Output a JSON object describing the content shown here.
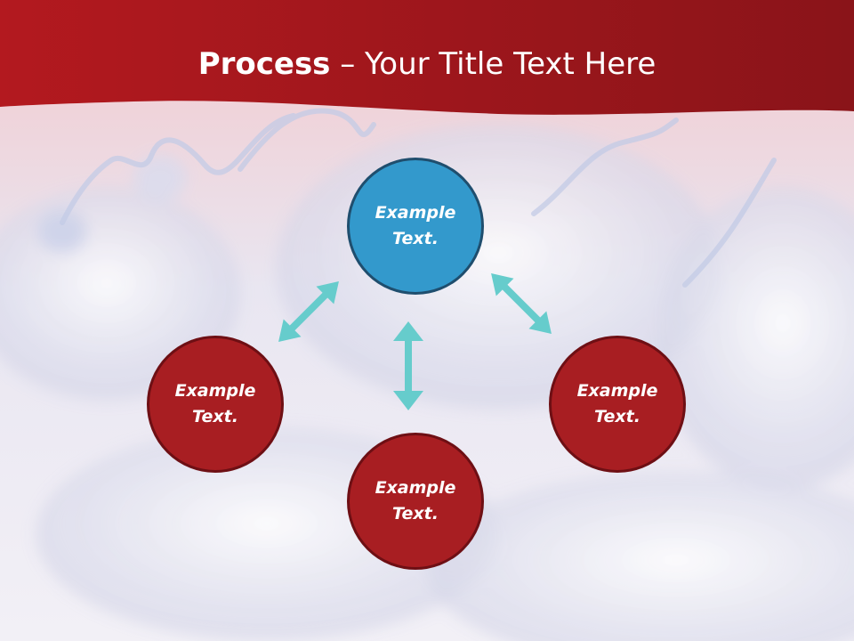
{
  "slide": {
    "title_bold": "Process",
    "title_rest": " – Your Title Text Here"
  },
  "colors": {
    "header": "#9b1a1d",
    "node_red": "#a81e22",
    "node_blue": "#3399cc",
    "arrow": "#66cccc"
  },
  "nodes": {
    "top": "Example Text.",
    "left": "Example Text.",
    "bottom": "Example Text.",
    "right": "Example Text."
  }
}
